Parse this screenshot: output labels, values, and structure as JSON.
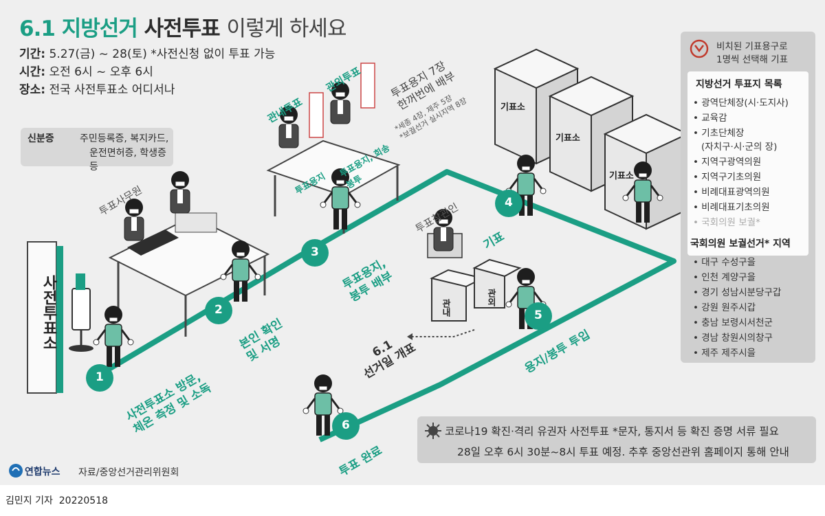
{
  "title": {
    "number": "6.1",
    "keyword": "지방선거",
    "main": "사전투표",
    "rest": "이렇게 하세요"
  },
  "info": [
    {
      "label": "기간:",
      "value": "5.27(금) ~ 28(토) *사전신청 없이 투표 가능"
    },
    {
      "label": "시간:",
      "value": "오전 6시 ~ 오후 6시"
    },
    {
      "label": "장소:",
      "value": "전국 사전투표소 어디서나"
    }
  ],
  "id_note": {
    "label": "신분증",
    "line1": "주민등록증, 복지카드,",
    "line2": "운전면허증, 학생증 등"
  },
  "labels": {
    "staff": "투표사무원",
    "inner_vote": "관내투표",
    "outer_vote": "관외투표",
    "observer": "투표참관인",
    "building": "사전투표소",
    "ballot_slip": "투표용지",
    "ballot_envelope": "투표용지, 회송 봉투",
    "booth": "기표소",
    "box_inner": "관내",
    "box_outer": "관외",
    "count_date": "6.1",
    "count": "선거일 개표"
  },
  "ballot_note": {
    "line1": "투표용지 7장",
    "line2": "한꺼번에 배부",
    "note1": "*세종 4장, 제주 5장",
    "note2": "*보궐선거 실시지역 8장"
  },
  "steps": [
    {
      "num": "1",
      "line1": "사전투표소 방문,",
      "line2": "체온 측정 및 소독"
    },
    {
      "num": "2",
      "line1": "본인 확인",
      "line2": "및 서명"
    },
    {
      "num": "3",
      "line1": "투표용지,",
      "line2": "봉투 배부"
    },
    {
      "num": "4",
      "line1": "기표",
      "line2": ""
    },
    {
      "num": "5",
      "line1": "용지/봉투 투입",
      "line2": ""
    },
    {
      "num": "6",
      "line1": "투표 완료",
      "line2": ""
    }
  ],
  "right_panel": {
    "stamp_line1": "비치된 기표용구로",
    "stamp_line2": "1명씩 선택해 기표",
    "list_title": "지방선거 투표지 목록",
    "list": [
      "광역단체장(시·도지사)",
      "교육감",
      "기초단체장",
      "(자치구·시·군의 장)",
      "지역구광역의원",
      "지역구기초의원",
      "비례대표광역의원",
      "비례대표기초의원",
      "국회의원 보궐*"
    ],
    "by_title": "국회의원 보궐선거* 지역",
    "by_list": [
      "대구 수성구을",
      "인천 계양구을",
      "경기 성남시분당구갑",
      "강원 원주시갑",
      "충남 보령시서천군",
      "경남 창원시의창구",
      "제주 제주시을"
    ]
  },
  "covid": {
    "line1": "코로나19 확진·격리 유권자 사전투표 *문자, 통지서 등 확진 증명 서류 필요",
    "line2": "28일 오후 6시 30분~8시 투표 예정. 추후 중앙선관위 홈페이지 통해 안내"
  },
  "source": {
    "logo": "연합뉴스",
    "text": "자료/중앙선거관리위원회"
  },
  "credit": "김민지 기자  20220518",
  "colors": {
    "accent": "#1b9e84",
    "person_shirt": "#6dbfa6",
    "bg": "#efefef",
    "panel": "#cfcfcf"
  }
}
